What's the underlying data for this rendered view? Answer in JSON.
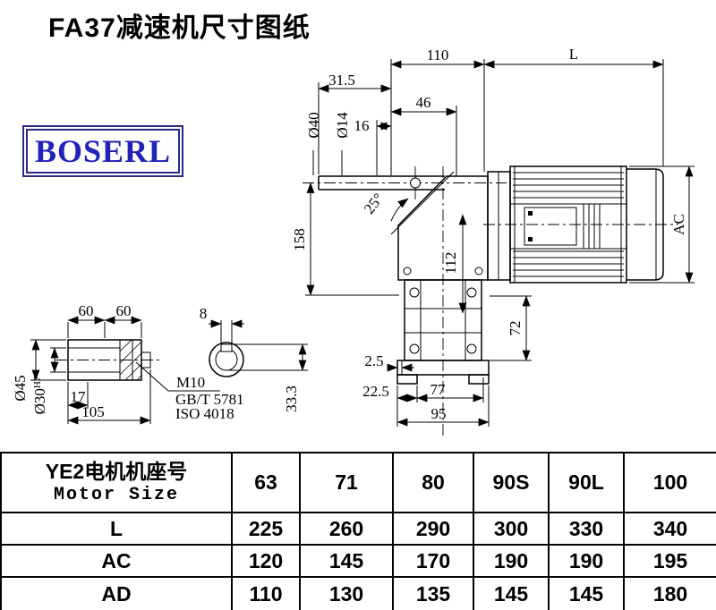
{
  "page": {
    "title": "FA37减速机尺寸图纸",
    "logo_text": "BOSERL"
  },
  "drawing": {
    "top": {
      "d110": "110",
      "dL": "L",
      "d31_5": "31.5",
      "d46": "46",
      "d16": "16",
      "d40": "Ø40",
      "d14": "Ø14",
      "angle": "25°"
    },
    "left": {
      "d158": "158"
    },
    "mid": {
      "d112": "112",
      "dAC": "AC",
      "d72": "72"
    },
    "bottom": {
      "d2_5": "2.5",
      "d22_5": "22.5",
      "d77": "77",
      "d95": "95"
    },
    "shaft": {
      "d60a": "60",
      "d60b": "60",
      "d45": "Ø45",
      "d30": "Ø30",
      "d30_tol": "H7",
      "d17": "17",
      "d105": "105",
      "m10": "M10",
      "gbt": "GB/T 5781",
      "iso": "ISO 4018"
    },
    "section": {
      "d8": "8",
      "d33_3": "33.3"
    }
  },
  "table": {
    "header_cn": "YE2电机机座号",
    "header_en": "Motor Size",
    "sizes": [
      "63",
      "71",
      "80",
      "90S",
      "90L",
      "100"
    ],
    "rows": [
      {
        "label": "L",
        "values": [
          "225",
          "260",
          "290",
          "300",
          "330",
          "340"
        ]
      },
      {
        "label": "AC",
        "values": [
          "120",
          "145",
          "170",
          "190",
          "190",
          "195"
        ]
      },
      {
        "label": "AD",
        "values": [
          "110",
          "130",
          "135",
          "145",
          "145",
          "180"
        ]
      }
    ]
  }
}
